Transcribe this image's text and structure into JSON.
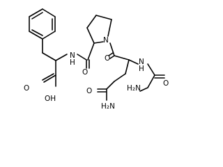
{
  "molecule": {
    "atom_labels": {
      "amide_nh_phe": "N",
      "amide_o_pro": "O",
      "ring_n_pro": "N",
      "carbonyl_o_gln": "O",
      "amide_nh_gly": "N",
      "amide_o_gly": "O",
      "amine_gly": "H₂N",
      "side_chain_o": "O",
      "side_chain_nh2": "H₂N",
      "acid_o": "O",
      "acid_oh": "OH",
      "h_amide_phe": "H",
      "h_amide_gly": "H"
    },
    "colors": {
      "bond": "#000000",
      "label": "#000000",
      "background": "#ffffff"
    }
  }
}
